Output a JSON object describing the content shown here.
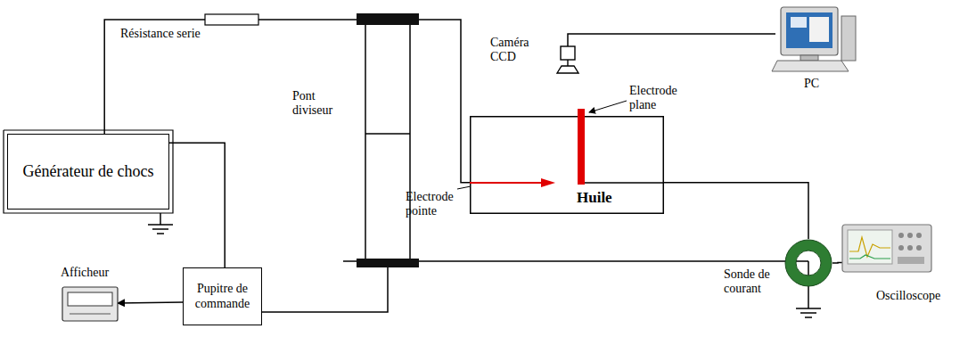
{
  "diagram": {
    "nodes": [
      {
        "text": [
          "Générateur de chocs"
        ]
      },
      {
        "text": [
          "Pupitre de commande"
        ]
      },
      {
        "text": [
          "Afficheur"
        ]
      },
      {
        "text": [
          "Résistance serie"
        ]
      },
      {
        "text": [
          "Pont diviseur"
        ]
      },
      {
        "text": [
          "Huile"
        ]
      },
      {
        "text": [
          "Caméra CCD"
        ]
      },
      {
        "text": [
          "PC"
        ]
      },
      {
        "text": [
          "Sonde de courant"
        ]
      },
      {
        "text": [
          "Oscilloscope"
        ]
      }
    ],
    "edges": [
      {
        "from": 0,
        "to": 3,
        "arrow": "none"
      },
      {
        "from": 3,
        "to": 4,
        "arrow": "none"
      },
      {
        "from": 4,
        "to": 5,
        "arrow": "none"
      },
      {
        "from": 5,
        "to": 8,
        "arrow": "none"
      },
      {
        "from": 8,
        "to": 9,
        "arrow": "none"
      },
      {
        "from": 6,
        "to": 7,
        "arrow": "none"
      },
      {
        "from": 1,
        "to": 2,
        "arrow": "to"
      },
      {
        "from": 0,
        "to": 1,
        "arrow": "none"
      },
      {
        "from": 4,
        "to": 1,
        "arrow": "none"
      }
    ],
    "labels": [
      "Electrode pointe",
      "Electrode plane"
    ]
  }
}
